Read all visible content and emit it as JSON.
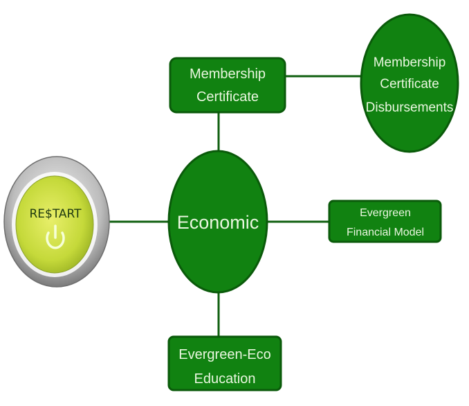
{
  "diagram": {
    "colors": {
      "node_fill": "#118211",
      "node_border": "#0a5a0a",
      "connector": "#0f5f0f",
      "text": "#eaf7e0",
      "restart_fill": "#c8dc3a",
      "restart_ring": "#b8b8b8"
    },
    "restart_button": {
      "label": "RE$TART",
      "icon": "power-icon"
    },
    "center_node": {
      "label": "Economic"
    },
    "nodes": {
      "membership_certificate": {
        "lines": [
          "Membership",
          "Certificate"
        ]
      },
      "membership_disbursements": {
        "lines": [
          "Membership",
          "Certificate",
          "Disbursements"
        ]
      },
      "financial_model": {
        "lines": [
          "Evergreen",
          "Financial Model"
        ]
      },
      "eco_education": {
        "lines": [
          "Evergreen-Eco",
          "Education"
        ]
      }
    },
    "edges": [
      [
        "restart_button",
        "center_node"
      ],
      [
        "center_node",
        "membership_certificate"
      ],
      [
        "membership_certificate",
        "membership_disbursements"
      ],
      [
        "center_node",
        "financial_model"
      ],
      [
        "center_node",
        "eco_education"
      ]
    ]
  }
}
